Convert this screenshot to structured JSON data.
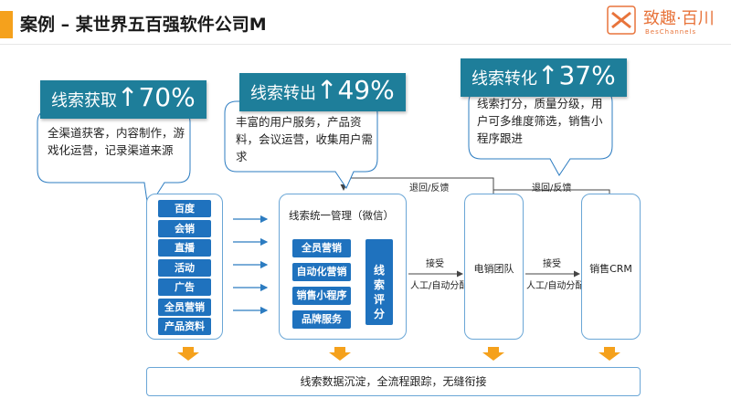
{
  "header": {
    "title": "案例 – 某世界五百强软件公司M",
    "logo_text": "致趣·百川",
    "logo_sub": "BesChannels"
  },
  "callouts": [
    {
      "title": "线索获取",
      "value": "↑70%",
      "desc": "全渠道获客，内容制作，游戏化运营，记录渠道来源"
    },
    {
      "title": "线索转出",
      "value": "↑49%",
      "desc": "丰富的用户服务，产品资料，会议运营，收集用户需求"
    },
    {
      "title": "线索转化",
      "value": "↑37%",
      "desc": "线索打分，质量分级，用户可多维度筛选，销售小程序跟进"
    }
  ],
  "channels": [
    "百度",
    "会销",
    "直播",
    "活动",
    "广告",
    "全员营销",
    "产品资料"
  ],
  "management": {
    "title": "线索统一管理（微信）",
    "tools": [
      "全员营销",
      "自动化营销",
      "销售小程序",
      "品牌服务"
    ],
    "scoring": "线索评分"
  },
  "flow": {
    "accept_1": "接受",
    "assign_1": "人工/自动分配",
    "telesales": "电销团队",
    "accept_2": "接受",
    "assign_2": "人工/自动分配",
    "crm": "销售CRM",
    "return_1": "退回/反馈",
    "return_2": "退回/反馈"
  },
  "footer": "线索数据沉淀，全流程跟踪，无缝衔接",
  "colors": {
    "accent": "#f5a11c",
    "blue": "#1f72be",
    "teal": "#1e7e9a",
    "arrow": "#f5a11c"
  }
}
